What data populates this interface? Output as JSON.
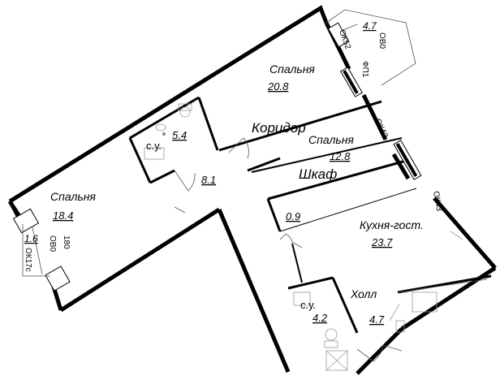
{
  "rooms": {
    "bedroom_top": {
      "name": "Спальня",
      "area": "20.8"
    },
    "bedroom_left": {
      "name": "Спальня",
      "area": "18.4"
    },
    "bedroom_mid": {
      "name": "Спальня",
      "area": "12.8"
    },
    "corridor": {
      "name": "Коридор",
      "area": "8.1"
    },
    "wardrobe": {
      "name": "Шкаф",
      "area": "0.9"
    },
    "kitchen": {
      "name": "Кухня-гост.",
      "area": "23.7"
    },
    "hall": {
      "name": "Холл",
      "area": "4.7"
    },
    "bath_top": {
      "name": "с.у.",
      "area": "5.4"
    },
    "bath_bottom": {
      "name": "с.у.",
      "area": "4.2"
    }
  },
  "balconies": {
    "top_right": {
      "area": "4.7"
    },
    "left": {
      "area": "1.6"
    }
  },
  "codes": {
    "ok52": "ОК52",
    "ob0_top": "ОВ0",
    "ofp": "ФП1",
    "ok42": "ОК42",
    "ok43": "ОК43",
    "ob0_left": "ОВ0",
    "ok17": "ОК17с",
    "num_180": "180"
  }
}
